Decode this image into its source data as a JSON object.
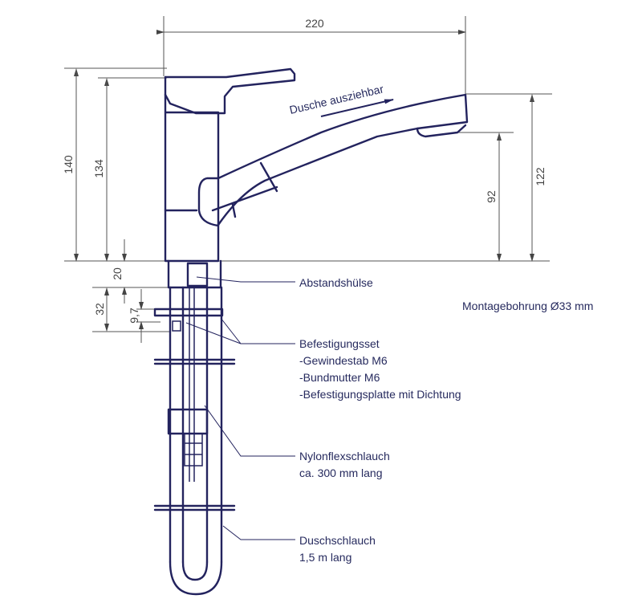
{
  "dimensions": {
    "width_total": "220",
    "height_140": "140",
    "height_134": "134",
    "height_122": "122",
    "height_92": "92",
    "spacer_20": "20",
    "mount_32": "32",
    "plate_9_7": "9,7"
  },
  "annotations": {
    "pull_out": "Dusche ausziehbar",
    "spacer": "Abstandshülse",
    "mounting_hole": "Montagebohrung Ø33 mm",
    "fixing_set": "Befestigungsset",
    "fixing_items": [
      "-Gewindestab M6",
      "-Bundmutter M6",
      "-Befestigungsplatte mit Dichtung"
    ],
    "nylon_hose": "Nylonflexschlauch",
    "nylon_hose_length": "ca. 300 mm lang",
    "shower_hose": "Duschschlauch",
    "shower_hose_length": "1,5 m lang"
  },
  "colors": {
    "line": "#23235e",
    "dimension": "#555555"
  }
}
